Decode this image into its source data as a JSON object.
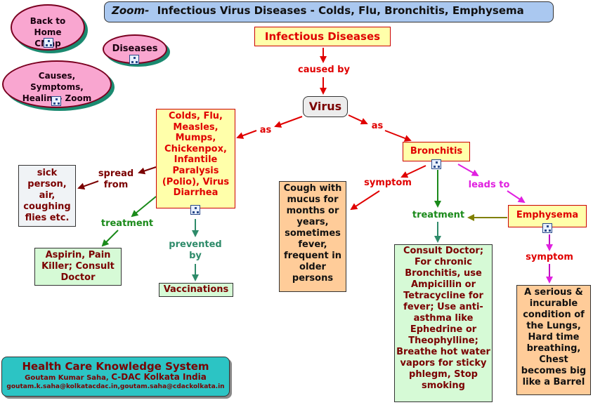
{
  "title": {
    "zoom": "Zoom-",
    "text": "Infectious Virus Diseases - Colds, Flu, Bronchitis, Emphysema"
  },
  "nav": {
    "back_home": "Back to Home CMap",
    "diseases": "Diseases",
    "causes": "Causes, Symptoms, Healing- Zoom"
  },
  "nodes": {
    "infectious_diseases": "Infectious Diseases",
    "virus": "Virus",
    "colds_flu": "Colds, Flu, Measles, Mumps, Chickenpox, Infantile Paralysis (Polio), Virus Diarrhea",
    "sick_person": "sick person, air, coughing flies etc.",
    "aspirin": "Aspirin, Pain Killer; Consult Doctor",
    "vaccinations": "Vaccinations",
    "bronchitis": "Bronchitis",
    "cough": "Cough with mucus for months or years, sometimes fever, frequent in older persons",
    "consult": "Consult Doctor; For chronic Bronchitis, use Ampicillin or Tetracycline for fever; Use anti-asthma like Ephedrine or Theophylline; Breathe hot water vapors for sticky phlegm, Stop smoking",
    "emphysema": "Emphysema",
    "serious": "A serious & incurable condition of the Lungs, Hard time breathing, Chest becomes big like a Barrel"
  },
  "links": {
    "caused_by": "caused by",
    "as_left": "as",
    "as_right": "as",
    "spread_from": "spread from",
    "treatment_left": "treatment",
    "prevented_by": "prevented by",
    "symptom_bronchitis": "symptom",
    "treatment_center": "treatment",
    "leads_to": "leads to",
    "symptom_emphysema": "symptom"
  },
  "footer": {
    "title": "Health Care Knowledge System",
    "author_name": "Goutam Kumar Saha,",
    "org": "C-DAC Kolkata India",
    "emails": "goutam.k.saha@kolkatacdac.in,goutam.saha@cdackolkata.in"
  },
  "colors": {
    "red": "#e00000",
    "maroon": "#7a0000",
    "green": "#1a8a1a",
    "teal": "#2e8b6a",
    "magenta": "#e020e0",
    "olive": "#808000",
    "purple": "#c000c0"
  }
}
